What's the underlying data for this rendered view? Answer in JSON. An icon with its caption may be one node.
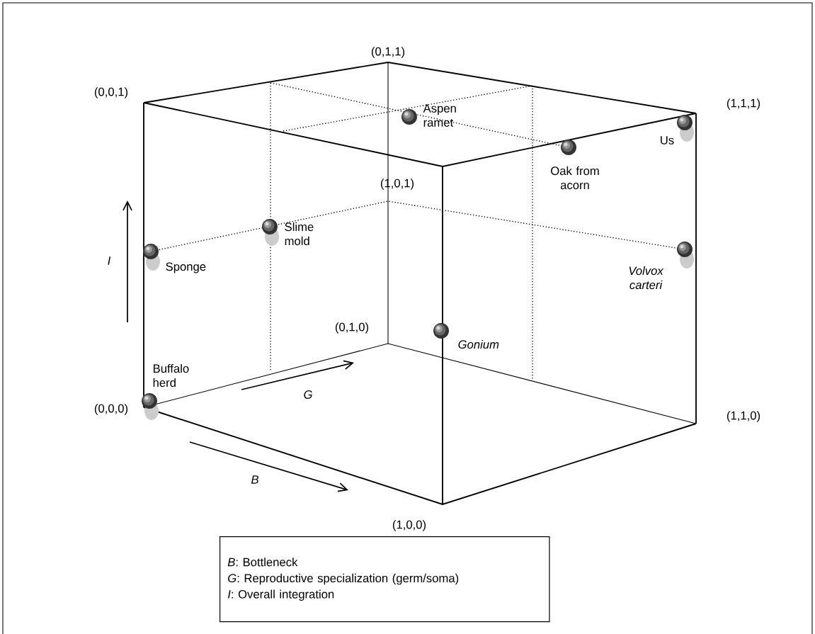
{
  "diagram": {
    "nodes": [
      {
        "text": [
          "*B*: Bottleneck",
          "*G*: Reproductive specialization (germ/soma)",
          "*I*: Overall integration"
        ]
      }
    ],
    "edges": [],
    "labels": [
      "(0,1,1)",
      "(0,0,1)",
      "(1,1,1)",
      "Aspen ramet",
      "Us",
      "Oak from acorn",
      "(1,0,1)",
      "I",
      "Slime mold",
      "Sponge",
      "Volvox carteri",
      "(0,1,0)",
      "Gonium",
      "Buffalo herd",
      "G",
      "(0,0,0)",
      "(1,1,0)",
      "B",
      "(1,0,0)"
    ]
  }
}
